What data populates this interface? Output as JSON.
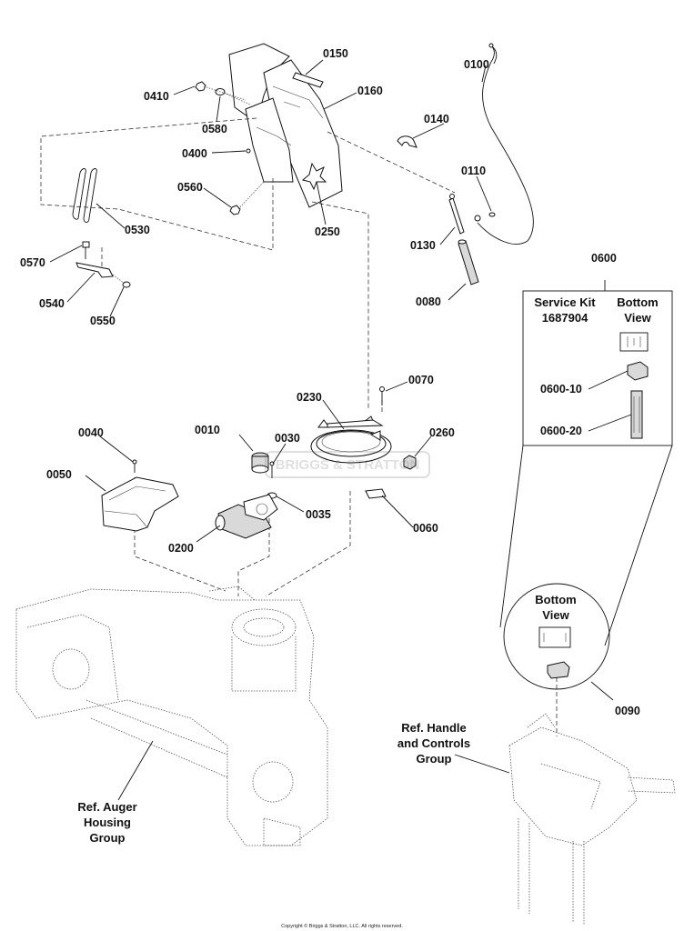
{
  "labels": {
    "p0100": "0100",
    "p0150": "0150",
    "p0160": "0160",
    "p0410": "0410",
    "p0580": "0580",
    "p0140": "0140",
    "p0400": "0400",
    "p0110": "0110",
    "p0560": "0560",
    "p0530": "0530",
    "p0250": "0250",
    "p0130": "0130",
    "p0570": "0570",
    "p0600": "0600",
    "p0540": "0540",
    "p0550": "0550",
    "p0080": "0080",
    "p0600_10": "0600-10",
    "p0600_20": "0600-20",
    "p0070": "0070",
    "p0230": "0230",
    "p0010": "0010",
    "p0030": "0030",
    "p0260": "0260",
    "p0040": "0040",
    "p0050": "0050",
    "p0035": "0035",
    "p0200": "0200",
    "p0060": "0060",
    "p0090": "0090"
  },
  "service_kit": {
    "line1": "Service Kit",
    "line2": "1687904",
    "bottom1": "Bottom",
    "bottom2": "View"
  },
  "circle_view": {
    "line1": "Bottom",
    "line2": "View"
  },
  "refs": {
    "auger_line1": "Ref. Auger",
    "auger_line2": "Housing",
    "auger_line3": "Group",
    "handle_line1": "Ref. Handle",
    "handle_line2": "and Controls",
    "handle_line3": "Group"
  },
  "watermark": "BRIGGS & STRATTON",
  "copyright": "Copyright © Briggs & Stratton, LLC. All rights reserved."
}
